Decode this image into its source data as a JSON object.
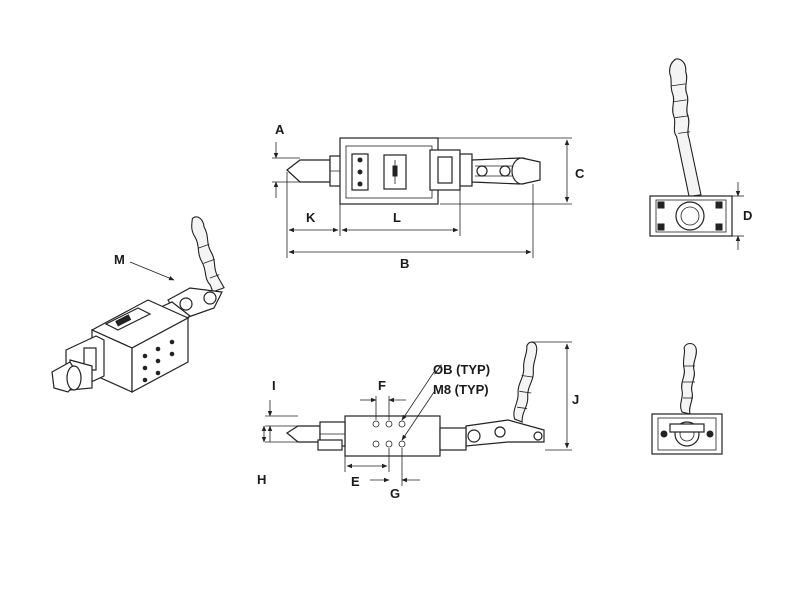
{
  "labels": {
    "A": "A",
    "B": "B",
    "C": "C",
    "D": "D",
    "E": "E",
    "F": "F",
    "G": "G",
    "H": "H",
    "I": "I",
    "J": "J",
    "K": "K",
    "L": "L",
    "M": "M",
    "bore_note": "ØB (TYP)",
    "thread_note": "M8 (TYP)"
  },
  "colors": {
    "line": "#222222",
    "background": "#ffffff"
  }
}
